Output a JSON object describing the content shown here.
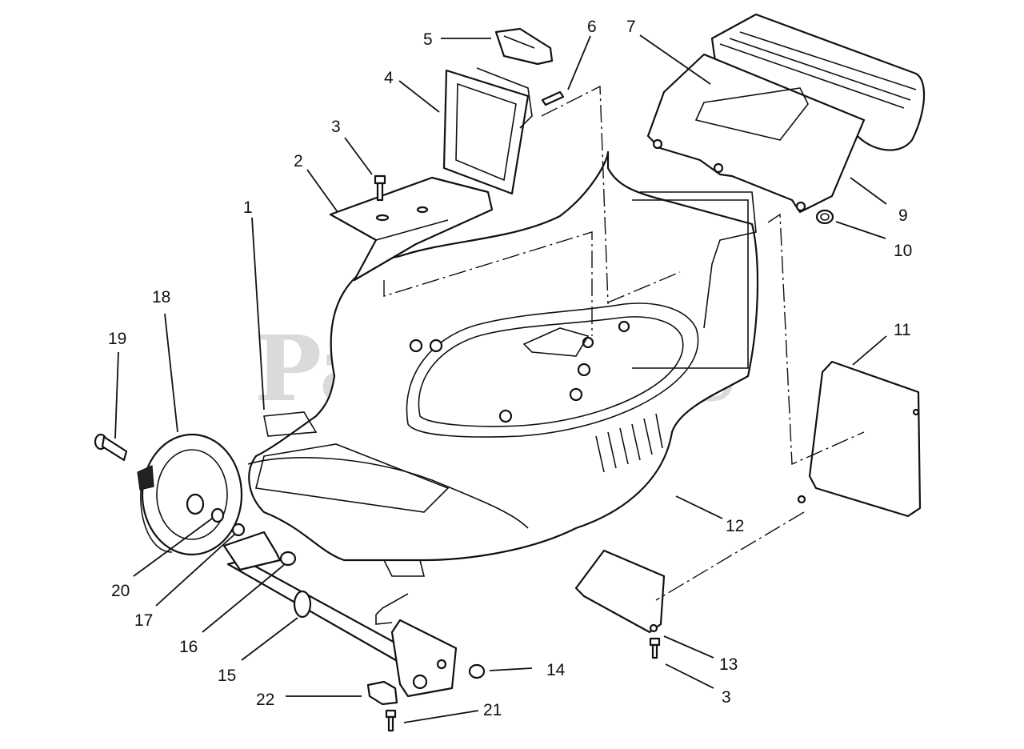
{
  "watermark": "PartsTree",
  "callouts": [
    {
      "id": "1",
      "label": "1"
    },
    {
      "id": "2",
      "label": "2"
    },
    {
      "id": "3a",
      "label": "3"
    },
    {
      "id": "4",
      "label": "4"
    },
    {
      "id": "5",
      "label": "5"
    },
    {
      "id": "6",
      "label": "6"
    },
    {
      "id": "7",
      "label": "7"
    },
    {
      "id": "9",
      "label": "9"
    },
    {
      "id": "10",
      "label": "10"
    },
    {
      "id": "11",
      "label": "11"
    },
    {
      "id": "12",
      "label": "12"
    },
    {
      "id": "13",
      "label": "13"
    },
    {
      "id": "3b",
      "label": "3"
    },
    {
      "id": "14",
      "label": "14"
    },
    {
      "id": "15",
      "label": "15"
    },
    {
      "id": "16",
      "label": "16"
    },
    {
      "id": "17",
      "label": "17"
    },
    {
      "id": "18",
      "label": "18"
    },
    {
      "id": "19",
      "label": "19"
    },
    {
      "id": "20",
      "label": "20"
    },
    {
      "id": "21",
      "label": "21"
    },
    {
      "id": "22",
      "label": "22"
    }
  ]
}
